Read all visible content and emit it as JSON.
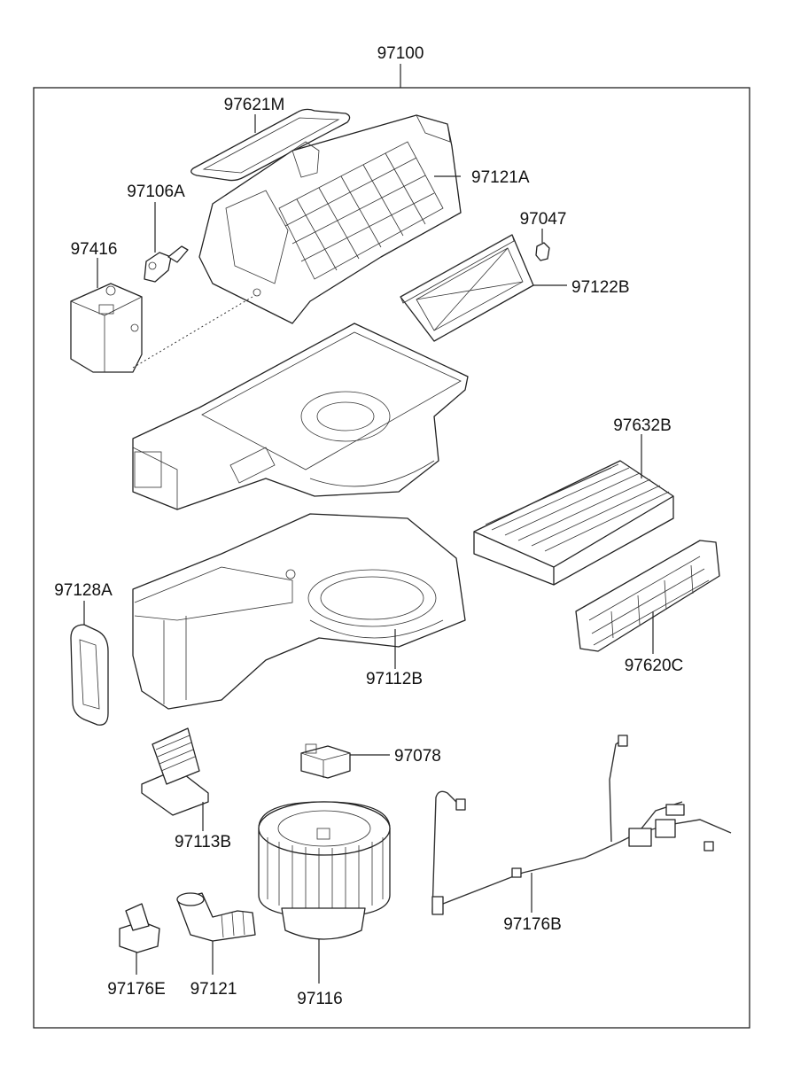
{
  "assembly": {
    "label": "97100"
  },
  "parts": [
    {
      "id": "97621M",
      "label": "97621M"
    },
    {
      "id": "97121A",
      "label": "97121A"
    },
    {
      "id": "97106A",
      "label": "97106A"
    },
    {
      "id": "97047",
      "label": "97047"
    },
    {
      "id": "97416",
      "label": "97416"
    },
    {
      "id": "97122B",
      "label": "97122B"
    },
    {
      "id": "97632B",
      "label": "97632B"
    },
    {
      "id": "97128A",
      "label": "97128A"
    },
    {
      "id": "97620C",
      "label": "97620C"
    },
    {
      "id": "97112B",
      "label": "97112B"
    },
    {
      "id": "97078",
      "label": "97078"
    },
    {
      "id": "97113B",
      "label": "97113B"
    },
    {
      "id": "97176B",
      "label": "97176B"
    },
    {
      "id": "97176E",
      "label": "97176E"
    },
    {
      "id": "97121",
      "label": "97121"
    },
    {
      "id": "97116",
      "label": "97116"
    }
  ]
}
